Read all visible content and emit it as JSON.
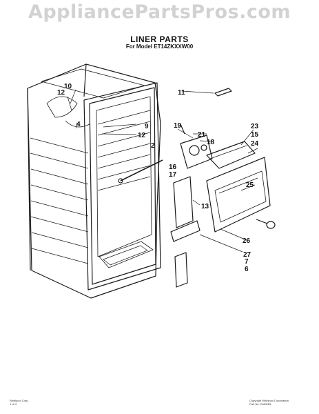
{
  "watermark": "AppliancePartsPros.com",
  "header": {
    "title": "LINER PARTS",
    "subtitle": "For Model ET14ZKXXW00"
  },
  "callouts": [
    {
      "id": "c10",
      "label": "10"
    },
    {
      "id": "c12a",
      "label": "12"
    },
    {
      "id": "c4",
      "label": "4"
    },
    {
      "id": "c11",
      "label": "11"
    },
    {
      "id": "c9",
      "label": "9"
    },
    {
      "id": "c12b",
      "label": "12"
    },
    {
      "id": "c19",
      "label": "19"
    },
    {
      "id": "c21",
      "label": "21"
    },
    {
      "id": "c18",
      "label": "18"
    },
    {
      "id": "c23",
      "label": "23"
    },
    {
      "id": "c15",
      "label": "15"
    },
    {
      "id": "c24",
      "label": "24"
    },
    {
      "id": "c2",
      "label": "2"
    },
    {
      "id": "c16",
      "label": "16"
    },
    {
      "id": "c17",
      "label": "17"
    },
    {
      "id": "c25",
      "label": "25"
    },
    {
      "id": "c13",
      "label": "13"
    },
    {
      "id": "c26",
      "label": "26"
    },
    {
      "id": "c27",
      "label": "27"
    },
    {
      "id": "c7",
      "label": "7"
    },
    {
      "id": "c6",
      "label": "6"
    }
  ],
  "footer": {
    "left": [
      "Whirlpool Corp.",
      "1 of 4"
    ],
    "right": [
      "Copyright Whirlpool Corporation",
      "Part No. 2180283"
    ]
  }
}
